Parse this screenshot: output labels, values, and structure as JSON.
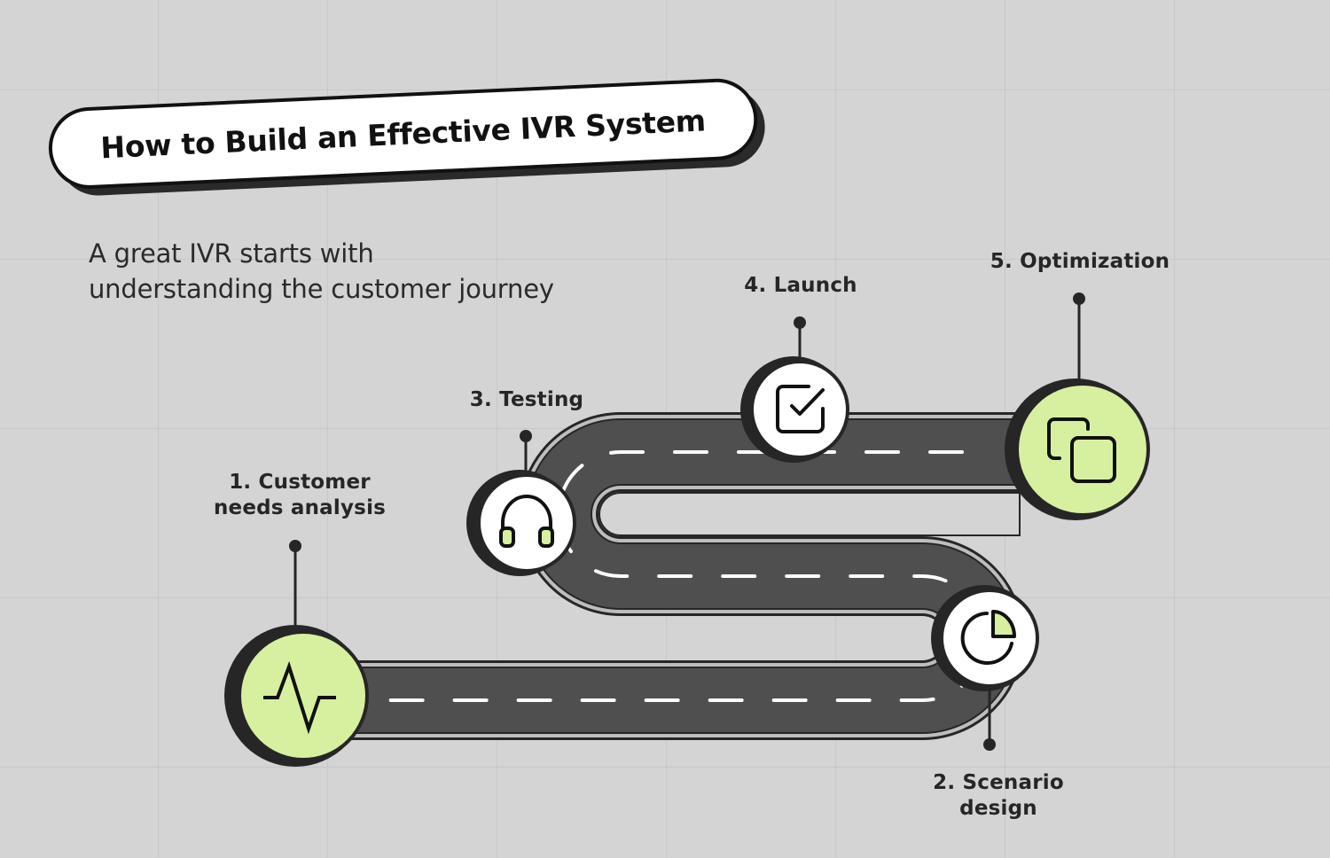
{
  "header": {
    "title": "How to Build an Effective IVR System",
    "subtitle_line1": "A great IVR starts with",
    "subtitle_line2": "understanding the customer journey"
  },
  "colors": {
    "background": "#d4d4d4",
    "accent_green": "#d7f0a0",
    "dark": "#262626",
    "asphalt": "#4f4f4f",
    "curb": "#bdbdbd",
    "white": "#ffffff"
  },
  "steps": [
    {
      "number": "1.",
      "line1": "1. Customer",
      "line2": "needs analysis",
      "icon": "pulse-icon",
      "fill": "green"
    },
    {
      "number": "2.",
      "line1": "2. Scenario",
      "line2": "design",
      "icon": "pie-chart-icon",
      "fill": "white"
    },
    {
      "number": "3.",
      "line1": "3. Testing",
      "line2": "",
      "icon": "headphones-icon",
      "fill": "white"
    },
    {
      "number": "4.",
      "line1": "4. Launch",
      "line2": "",
      "icon": "checkbox-icon",
      "fill": "white"
    },
    {
      "number": "5.",
      "line1": "5. Optimization",
      "line2": "",
      "icon": "copy-icon",
      "fill": "green"
    }
  ]
}
